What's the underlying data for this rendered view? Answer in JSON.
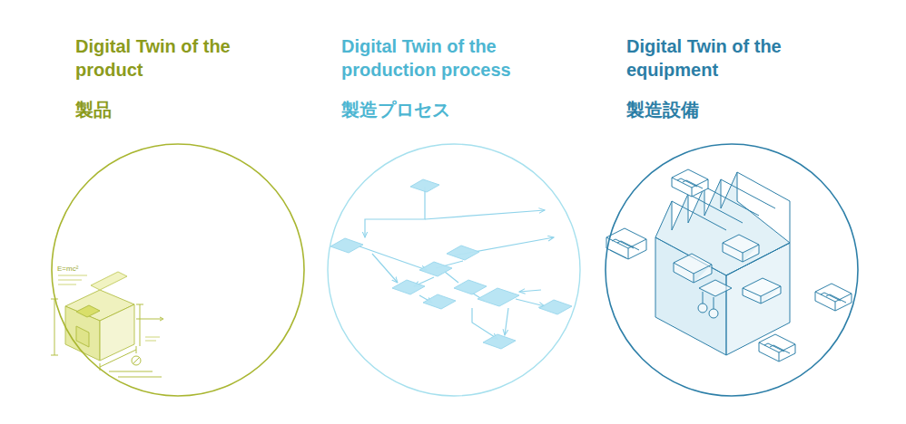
{
  "diagram": {
    "nodes": [
      {
        "text": [
          "Digital Twin of the product",
          "製品"
        ]
      },
      {
        "text": [
          "Digital Twin of the production process",
          "製造プロセス"
        ]
      },
      {
        "text": [
          "Digital Twin of the equipment",
          "製造設備"
        ]
      }
    ],
    "labels": [
      "E=mc²"
    ]
  }
}
